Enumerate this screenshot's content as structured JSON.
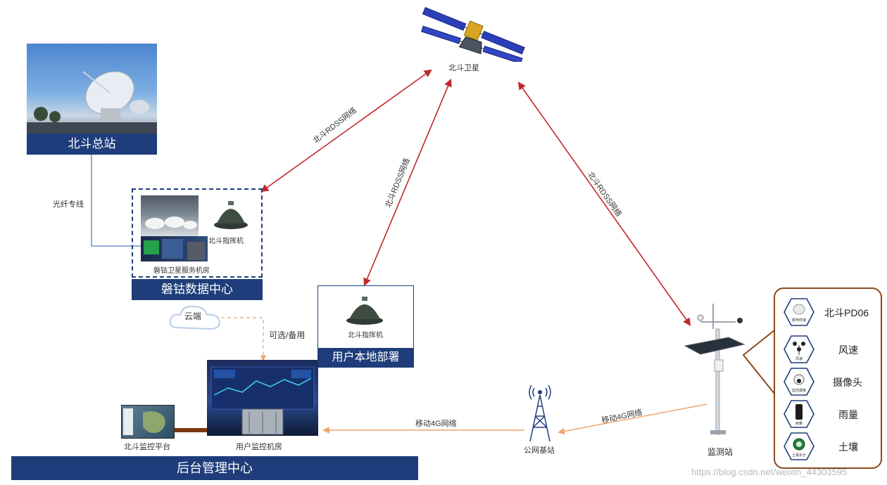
{
  "satellite": {
    "label": "北斗卫星"
  },
  "master_station": {
    "label": "北斗总站"
  },
  "fiber_link": {
    "label": "光纤专线"
  },
  "data_center": {
    "label": "磐钴数据中心",
    "commander_label": "北斗指挥机",
    "server_room_label": "磐钴卫星服务机房"
  },
  "cloud": {
    "label": "云端",
    "optional_label": "可选/备用"
  },
  "user_local": {
    "label": "用户本地部署",
    "commander_label": "北斗指挥机"
  },
  "rdss_links": {
    "left": "北斗RDSS网络",
    "middle": "北斗RDSS网络",
    "right": "北斗RDSS网络"
  },
  "backend": {
    "label": "后台管理中心",
    "platform_label": "北斗监控平台",
    "room_label": "用户监控机房"
  },
  "base_station": {
    "label": "公网基站"
  },
  "links_4g": {
    "to_room": "移动4G网络",
    "to_station": "移动4G网络"
  },
  "monitor_station": {
    "label": "监测站"
  },
  "sensors": [
    {
      "name": "北斗PD06",
      "icon": "data-terminal-icon",
      "caption": "数传终端"
    },
    {
      "name": "风速",
      "icon": "anemometer-icon",
      "caption": "风速"
    },
    {
      "name": "摄像头",
      "icon": "camera-icon",
      "caption": "监控摄像"
    },
    {
      "name": "雨量",
      "icon": "rain-gauge-icon",
      "caption": "雨量"
    },
    {
      "name": "土壤",
      "icon": "soil-moisture-icon",
      "caption": "土壤水分"
    }
  ],
  "watermark": "https://blog.csdn.net/weixin_44303595",
  "colors": {
    "navy": "#1f3d7a",
    "red_link": "#c0282d",
    "orange_link": "#f0a46b",
    "callout_border": "#8a4a1d"
  }
}
